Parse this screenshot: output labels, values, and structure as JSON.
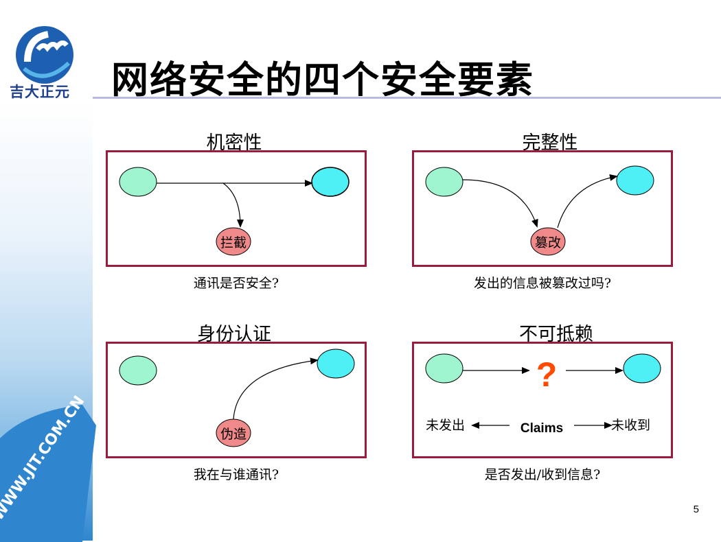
{
  "logo": {
    "company_name": "吉大正元",
    "stamp_text": "WWW.JIT.COM.CN"
  },
  "title": "网络安全的四个安全要素",
  "panels": {
    "confidentiality": {
      "label": "机密性",
      "node": "拦截",
      "caption": "通讯是否安全?"
    },
    "integrity": {
      "label": "完整性",
      "node": "篡改",
      "caption": "发出的信息被篡改过吗?"
    },
    "authentication": {
      "label": "身份认证",
      "node": "伪造",
      "caption": "我在与谁通讯?"
    },
    "nonrepudiation": {
      "label": "不可抵赖",
      "question": "?",
      "left_text": "未发出",
      "center_text": "Claims",
      "right_text": "未收到",
      "caption": "是否发出/收到信息?"
    }
  },
  "page_number": "5",
  "colors": {
    "sender": "#9ff5cf",
    "receiver": "#4ff0f5",
    "attacker": "#f08a8a",
    "frame": "#9b1b3e",
    "question": "#ff4a00",
    "title_rule": "#b9b9e4"
  }
}
